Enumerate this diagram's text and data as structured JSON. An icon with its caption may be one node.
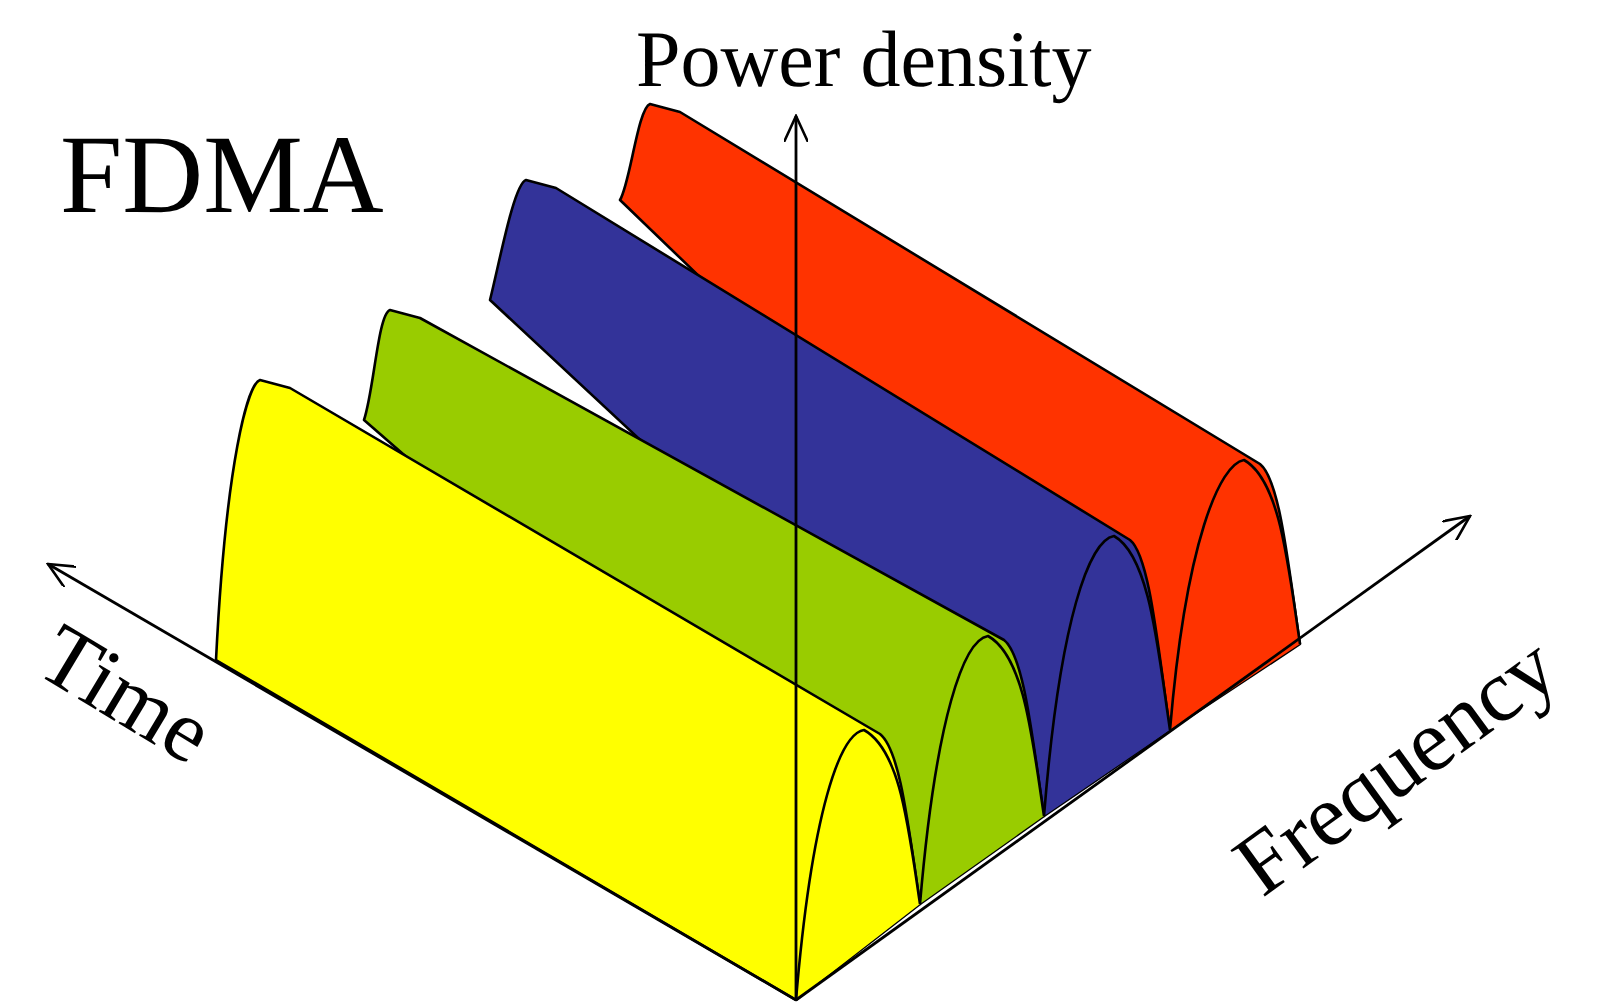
{
  "diagram": {
    "title": "FDMA",
    "labels": [
      "Power density",
      "Time",
      "Frequency"
    ]
  }
}
